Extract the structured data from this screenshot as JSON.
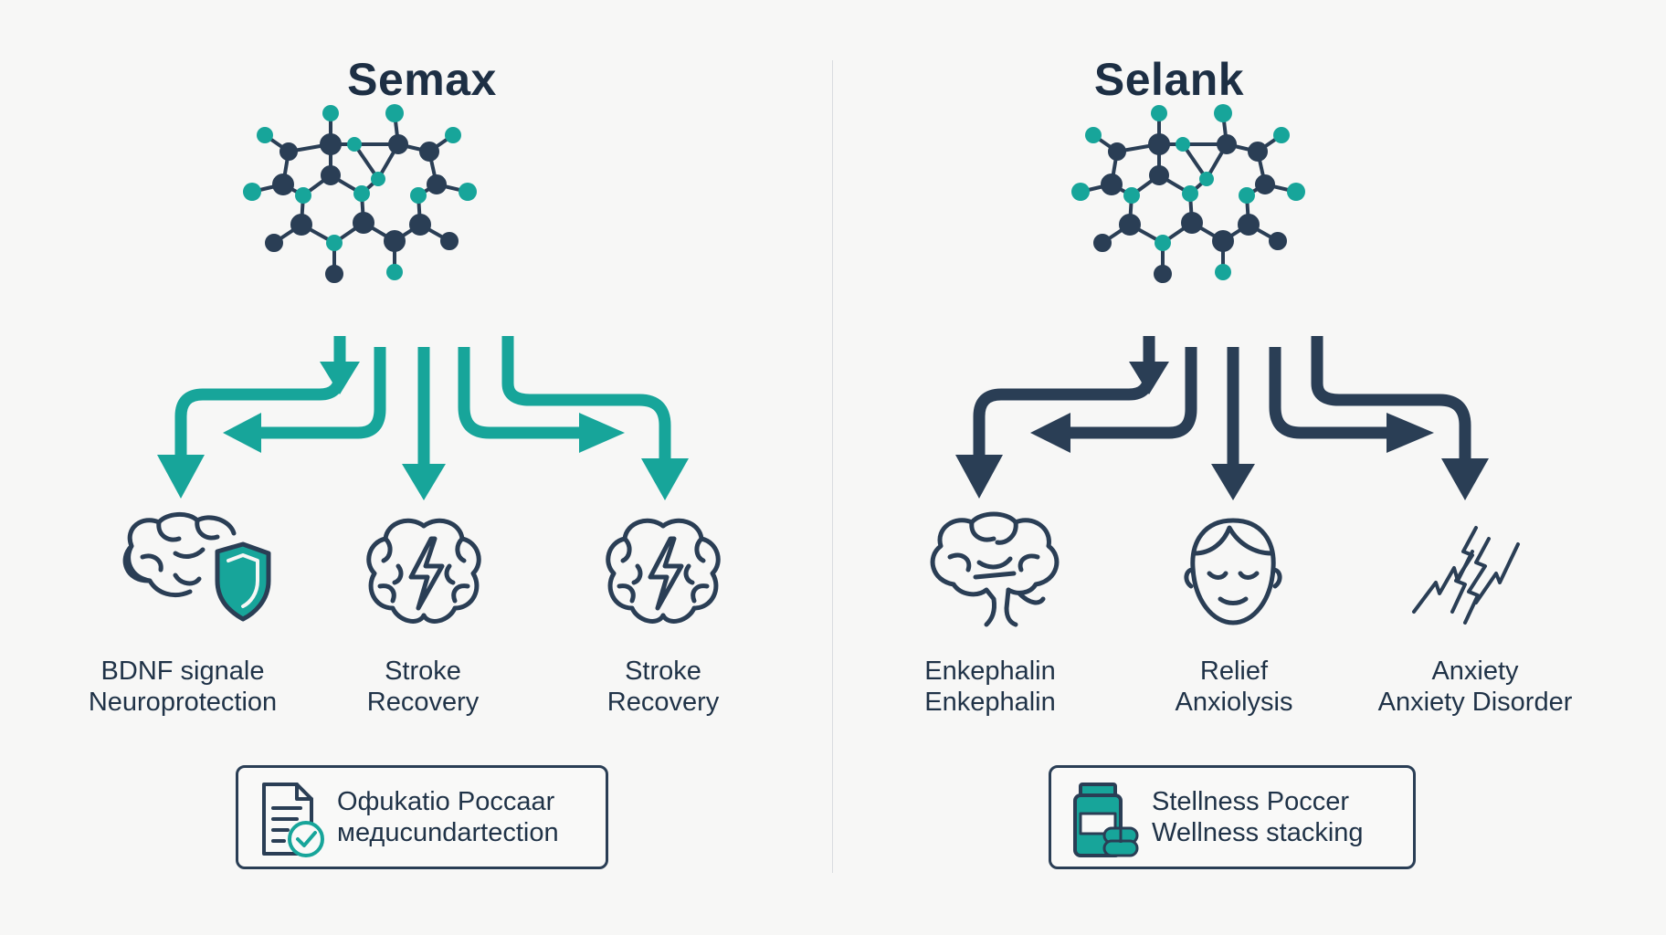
{
  "colors": {
    "teal": "#17a59a",
    "navy": "#2a3e55",
    "background": "#f7f7f6"
  },
  "left": {
    "title": "Semax",
    "effects": [
      {
        "icon": "brain-shield-icon",
        "line1": "BDNF signale",
        "line2": "Neuroprotection"
      },
      {
        "icon": "brain-lightning-icon",
        "line1": "Stroke",
        "line2": "Recovery"
      },
      {
        "icon": "brain-lightning-icon",
        "line1": "Stroke",
        "line2": "Recovery"
      }
    ],
    "footer": {
      "icon": "document-check-icon",
      "line1": "Офukatio Poccaar",
      "line2": "медuсundartection"
    }
  },
  "right": {
    "title": "Selank",
    "effects": [
      {
        "icon": "brain-icon",
        "line1": "Enkephalin",
        "line2": "Enkephalin"
      },
      {
        "icon": "calm-face-icon",
        "line1": "Relief",
        "line2": "Anxiolysis"
      },
      {
        "icon": "lightning-bolts-icon",
        "line1": "Anxiety",
        "line2": "Anxiety Disorder"
      }
    ],
    "footer": {
      "icon": "pill-bottle-icon",
      "line1": "Stellness Poccer",
      "line2": "Wellness stacking"
    }
  }
}
